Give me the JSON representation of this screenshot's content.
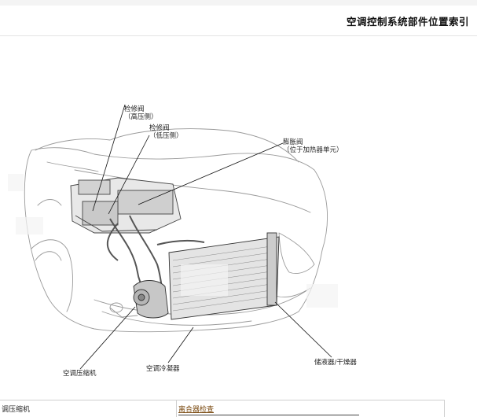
{
  "page": {
    "title": "空调控制系统部件位置索引"
  },
  "figure": {
    "callouts": {
      "service_valve_high": [
        "检修阀",
        "（高压侧）"
      ],
      "service_valve_low": [
        "检修阀",
        "（低压侧）"
      ],
      "expansion_valve": [
        "膨胀阀",
        "（位于加热器单元）"
      ],
      "compressor": "空调压缩机",
      "condenser": "空调冷凝器",
      "receiver_dryer": "储液器/干燥器"
    }
  },
  "table": {
    "rows": [
      {
        "component": "调压缩机",
        "link": "离合器检查"
      }
    ]
  },
  "colors": {
    "link": "#7a4a10",
    "line": "#333333",
    "border": "#cfcfcf"
  }
}
